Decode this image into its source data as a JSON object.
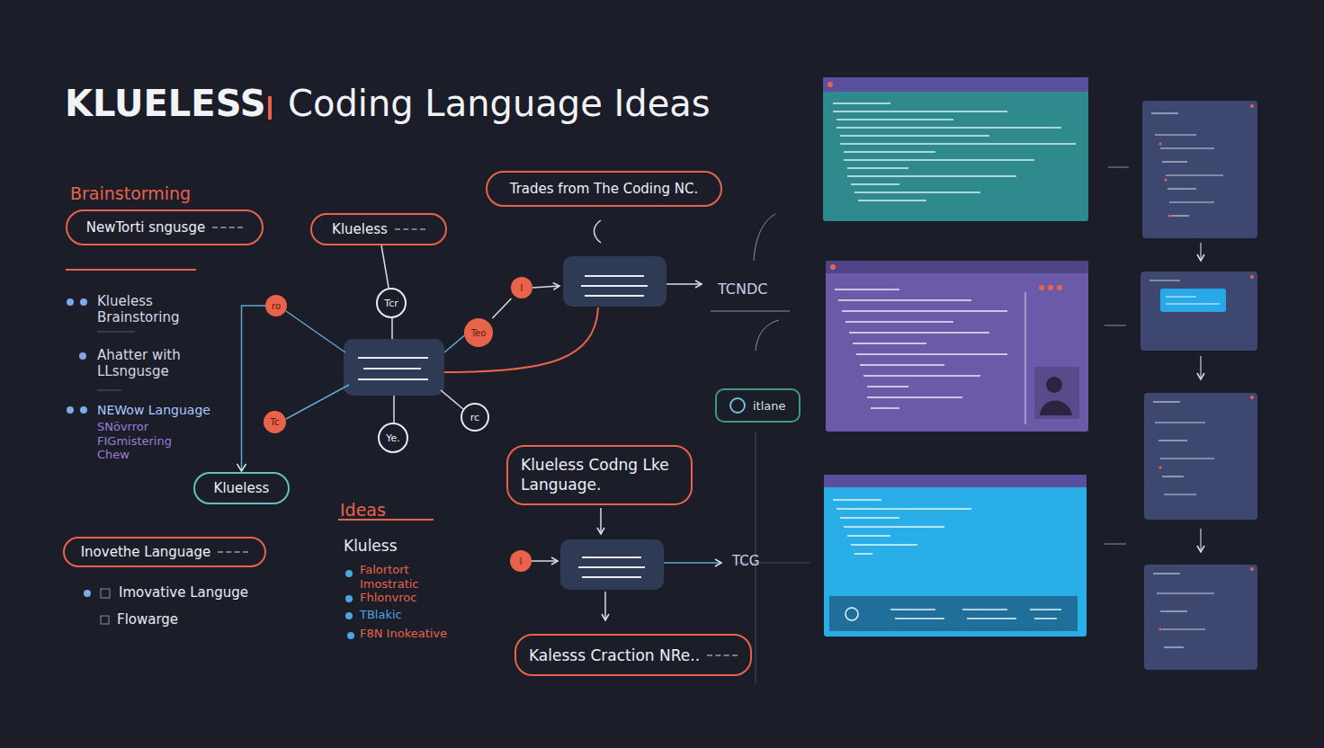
{
  "diagram": {
    "title": "KLUELESS",
    "nodes": [
      {
        "text": [
          "NewTorti sngusge"
        ]
      },
      {
        "text": [
          "Klueless"
        ]
      },
      {
        "text": [
          "Trades from The Coding NC."
        ]
      },
      {
        "text": [
          "Tcr"
        ]
      },
      {
        "text": [
          "ro"
        ]
      },
      {
        "text": [
          "Teo"
        ]
      },
      {
        "text": [
          "I"
        ]
      },
      {
        "text": [
          "Tc"
        ]
      },
      {
        "text": [
          "Ye."
        ]
      },
      {
        "text": [
          "rc"
        ]
      },
      {
        "text": [
          "Klueless"
        ]
      },
      {
        "text": [
          "Klueless Codng Lke Language."
        ]
      },
      {
        "text": [
          "I"
        ]
      },
      {
        "text": [
          "Kalesss Craction NRe.."
        ]
      },
      {
        "text": [
          "Inovethe Language"
        ]
      },
      {
        "text": [
          "itlane"
        ]
      }
    ],
    "edges": [
      {
        "from": 1,
        "to": 3,
        "arrow": "none"
      },
      {
        "from": 4,
        "to": 10,
        "arrow": "to"
      },
      {
        "from": 5,
        "to": 6,
        "arrow": "none"
      }
    ],
    "labels": [
      "Coding Language Ideas",
      "Brainstorming",
      "Klueless Brainstoring",
      "Ahatter with LLsngusge",
      "NEWow Language",
      "SNövrror FIGmistering Chew",
      "Imovative Languge",
      "Flowarge",
      "Ideas",
      "Kluless",
      "Falortort Imostratic",
      "Fhlonvroc",
      "TBlakic",
      "F8N Inokeative",
      "TCNDC",
      "TCG"
    ]
  }
}
